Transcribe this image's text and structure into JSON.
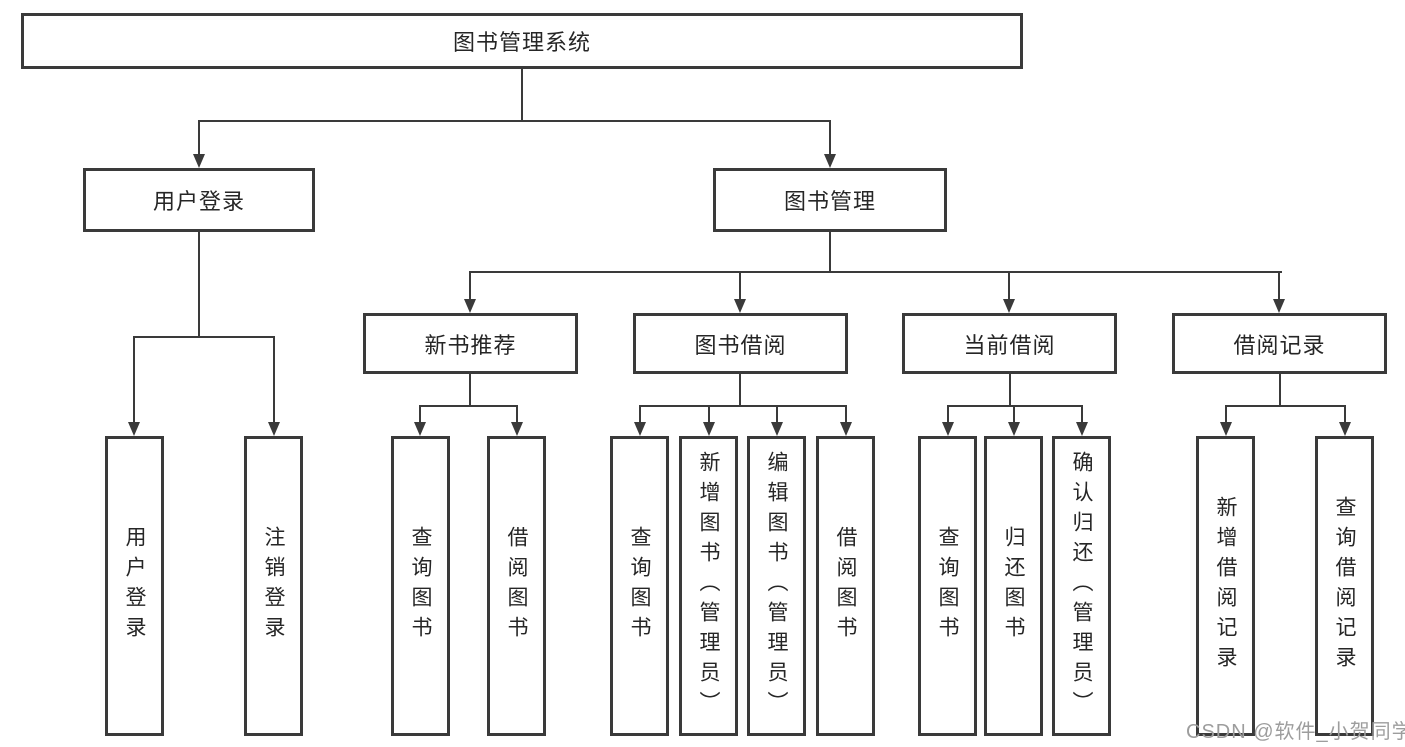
{
  "diagram": {
    "title": "图书管理系统",
    "branches": [
      {
        "label": "用户登录",
        "children": [
          {
            "label": "用户登录"
          },
          {
            "label": "注销登录"
          }
        ]
      },
      {
        "label": "图书管理",
        "children": [
          {
            "label": "新书推荐",
            "children": [
              {
                "label": "查询图书"
              },
              {
                "label": "借阅图书"
              }
            ]
          },
          {
            "label": "图书借阅",
            "children": [
              {
                "label": "查询图书"
              },
              {
                "label": "新增图书（管理员）"
              },
              {
                "label": "编辑图书（管理员）"
              },
              {
                "label": "借阅图书"
              }
            ]
          },
          {
            "label": "当前借阅",
            "children": [
              {
                "label": "查询图书"
              },
              {
                "label": "归还图书"
              },
              {
                "label": "确认归还（管理员）"
              }
            ]
          },
          {
            "label": "借阅记录",
            "children": [
              {
                "label": "新增借阅记录"
              },
              {
                "label": "查询借阅记录"
              }
            ]
          }
        ]
      }
    ]
  },
  "watermark": {
    "text": "CSDN @软件_小贺同学"
  },
  "colors": {
    "line": "#3a3a3a",
    "text": "#262626",
    "background": "#ffffff",
    "watermark": "#9d9d9d"
  }
}
